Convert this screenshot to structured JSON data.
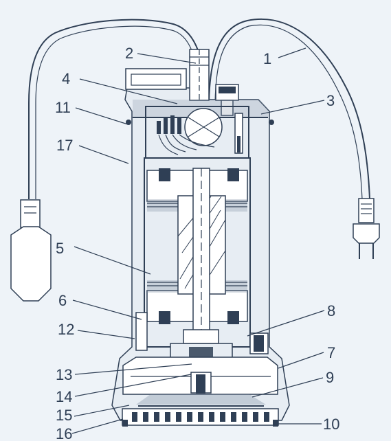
{
  "labels": [
    "1",
    "2",
    "3",
    "4",
    "5",
    "6",
    "7",
    "8",
    "9",
    "10",
    "11",
    "12",
    "13",
    "14",
    "15",
    "16",
    "17"
  ],
  "colors": {
    "background": "#eef3f8",
    "line": "#2f3f55",
    "body": "#e7edf3",
    "shade": "#7f8ea3"
  }
}
